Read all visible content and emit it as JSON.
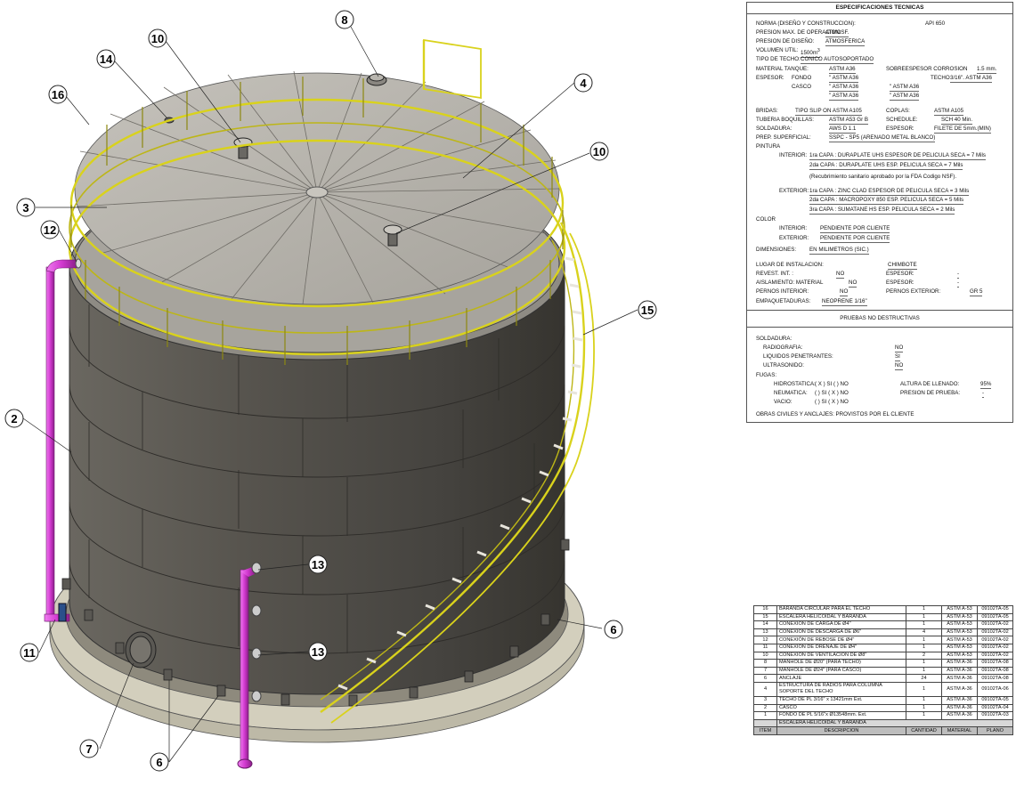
{
  "callouts": [
    {
      "num": "8"
    },
    {
      "num": "10"
    },
    {
      "num": "14"
    },
    {
      "num": "16"
    },
    {
      "num": "4"
    },
    {
      "num": "10"
    },
    {
      "num": "3"
    },
    {
      "num": "12"
    },
    {
      "num": "15"
    },
    {
      "num": "2"
    },
    {
      "num": "13"
    },
    {
      "num": "13"
    },
    {
      "num": "6"
    },
    {
      "num": "11"
    },
    {
      "num": "7"
    },
    {
      "num": "6"
    }
  ],
  "specs": {
    "title": "ESPECIFICACIONES TECNICAS",
    "norma_label": "NORMA  (DISEÑO Y CONSTRUCCION):",
    "norma": "API 650",
    "presion_max_label": "PRESION MAX. DE OPERACION:",
    "presion_max": "ATMOSF.",
    "presion_dis_label": "PRESION DE DISEÑO:",
    "presion_dis": "ATMOSFERICA",
    "volumen_label": "VOLUMEN UTIL:",
    "volumen": "1500m",
    "volumen_exp": "3",
    "techo_tipo_label": "TIPO DE TECHO:",
    "techo_tipo": "CONICO AUTOSOPORTADO",
    "material_label": "MATERIAL TANQUE:",
    "material": "ASTM A36",
    "sobreespesor_label": "SOBREESPESOR CORROSION",
    "sobreespesor": "1.5 mm.",
    "espesor_label": "ESPESOR:",
    "fondo_label": "FONDO",
    "fondo": "\" ASTM A36",
    "techo_label": "TECHO",
    "techo": "3/16\". ASTM A36",
    "casco_label": "CASCO",
    "casco1": "\" ASTM A36",
    "casco2": "\" ASTM A36",
    "casco3": "\" ASTM A36",
    "casco4": "\" ASTM A36",
    "bridas_label": "BRIDAS:",
    "bridas": "TIPO SLIP ON  ASTM A105",
    "coplas_label": "COPLAS:",
    "coplas": "ASTM  A105",
    "tuberia_label": "TUBERIA BOQUILLAS:",
    "tuberia": "ASTM A53  Gr B",
    "schedule_label": "SCHEDULE:",
    "schedule": "SCH 40 Min.",
    "soldadura_label": "SOLDADURA:",
    "soldadura": "AWS D 1.1",
    "esp_sold_label": "ESPESOR:",
    "esp_sold": "FILETE DE 5mm.(MIN)",
    "prep_label": "PREP. SUPERFICIAL:",
    "prep": "SSPC - SP5 (ARENADO METAL BLANCO)",
    "pintura_label": "PINTURA",
    "interior_label": "INTERIOR:",
    "int1": "1ra CAPA : DURAPLATE UHS ESPESOR DE PELICULA SECA = 7 Mils",
    "int2": "2da CAPA : DURAPLATE UHS ESP. PELICULA SECA = 7 Mils",
    "int3": "(Recubrimiento sanitario aprobado por la FDA Codigo NSF).",
    "exterior_label": "EXTERIOR:",
    "ext1": "1ra CAPA : ZINC CLAD ESPESOR DE PELICULA SECA = 3 Mils",
    "ext2": "2da CAPA : MACROPOXY 850 ESP. PELICULA SECA = 5 Mils",
    "ext3": "3ra CAPA : SUMATANE HS  ESP. PELICULA SECA = 2 Mils",
    "color_label": "COLOR",
    "color_int_label": "INTERIOR:",
    "color_int": "PENDIENTE POR CLIENTE",
    "color_ext_label": "EXTERIOR:",
    "color_ext": "PENDIENTE POR CLIENTE",
    "dim_label": "DIMENSIONES:",
    "dim": "EN MILIMETROS (SIC.)",
    "lugar_label": "LUGAR DE INSTALACION:",
    "lugar": "CHIMBOTE",
    "revest_label": "REVEST. INT. :",
    "revest": "NO",
    "esp2_label": "ESPESOR:",
    "esp2": "-",
    "aisl_label": "AISLAMIENTO:  MATERIAL",
    "aisl": "NO",
    "esp3_label": "ESPESOR:",
    "esp3": "-",
    "pernos_int_label": "PERNOS INTERIOR:",
    "pernos_int": "NO",
    "pernos_ext_label": "PERNOS EXTERIOR:",
    "pernos_ext": "GR 5",
    "empaq_label": "EMPAQUETADURAS:",
    "empaq": "NEOPRENE 1/16\"",
    "pruebas_title": "PRUEBAS NO DESTRUCTIVAS",
    "sold2_label": "SOLDADURA:",
    "radio_label": "RADIOGRAFIA:",
    "radio": "NO",
    "liq_label": "LIQUIDOS PENETRANTES:",
    "liq": "SI",
    "ultra_label": "ULTRASONIDO:",
    "ultra": "NO",
    "fugas_label": "FUGAS:",
    "hidro_label": "HIDROSTATICA:",
    "hidro": "( X ) SI    (   ) NO",
    "altura_label": "ALTURA DE LLENADO:",
    "altura": "95%",
    "neum_label": "NEUMATICA:",
    "neum": "(   ) SI    ( X ) NO",
    "presion_prueba_label": "PRESION DE PRUEBA:",
    "presion_prueba": "-",
    "vacio_label": "VACIO:",
    "vacio": "(   ) SI    ( X ) NO",
    "obras": "OBRAS CIVILES Y ANCLAJES:  PROVISTOS POR EL CLIENTE"
  },
  "parts": {
    "rows": [
      {
        "item": "16",
        "desc": "BARANDA CIRCULAR PARA EL TECHO",
        "qty": "1",
        "mat": "ASTM A-53",
        "plano": "09102TA-05"
      },
      {
        "item": "15",
        "desc": "ESCALERA HELICOIDAL Y BARANDA",
        "qty": "1",
        "mat": "ASTM A-53",
        "plano": "09102TA-05"
      },
      {
        "item": "14",
        "desc": "CONEXIÓN DE CARGA DE Ø4\"",
        "qty": "1",
        "mat": "ASTM A-53",
        "plano": "09102TA-02"
      },
      {
        "item": "13",
        "desc": "CONEXIÓN DE DESCARGA DE Ø6\"",
        "qty": "4",
        "mat": "ASTM A-53",
        "plano": "09102TA-02"
      },
      {
        "item": "12",
        "desc": "CONEXIÓN DE REBOSE DE Ø4\"",
        "qty": "1",
        "mat": "ASTM A-53",
        "plano": "09102TA-02"
      },
      {
        "item": "11",
        "desc": "CONEXIÓN DE DRENAJE DE Ø4\"",
        "qty": "1",
        "mat": "ASTM A-53",
        "plano": "09102TA-02"
      },
      {
        "item": "10",
        "desc": "CONEXIÓN DE VENTILACION DE Ø8\"",
        "qty": "2",
        "mat": "ASTM A-53",
        "plano": "09102TA-02"
      },
      {
        "item": "8",
        "desc": "MANHOLE DE Ø20\" (PARA TECHO)",
        "qty": "1",
        "mat": "ASTM A-36",
        "plano": "09102TA-08"
      },
      {
        "item": "7",
        "desc": "MANHOLE DE Ø24\" (PARA CASCO)",
        "qty": "1",
        "mat": "ASTM A-36",
        "plano": "09102TA-08"
      },
      {
        "item": "6",
        "desc": "ANCLAJE",
        "qty": "24",
        "mat": "ASTM A-36",
        "plano": "09102TA-08"
      },
      {
        "item": "4",
        "desc": "ESTRUCTURA DE RADIOS PARA COLUMNA SOPORTE DEL TECHO",
        "qty": "1",
        "mat": "ASTM A-36",
        "plano": "09102TA-06"
      },
      {
        "item": "3",
        "desc": "TECHO DE PL 3/16\" x 13421mm Ext.",
        "qty": "1",
        "mat": "ASTM A-36",
        "plano": "09102TA-05"
      },
      {
        "item": "2",
        "desc": "CASCO",
        "qty": "1",
        "mat": "ASTM A-36",
        "plano": "09102TA-04"
      },
      {
        "item": "1",
        "desc": "FONDO DE PL 5/16\"x Ø13548mm. Ext.",
        "qty": "1",
        "mat": "ASTM A-36",
        "plano": "09102TA-03"
      }
    ],
    "band": "ESCALERA HELICOIDAL Y BARANDA",
    "headers": {
      "item": "ITEM",
      "desc": "DESCRIPCION",
      "qty": "CANTIDAD",
      "mat": "MATERIAL",
      "plano": "PLANO"
    }
  },
  "colors": {
    "shell": "#4a4844",
    "roof": "#b5b2ab",
    "railing": "#d9d21c",
    "pipe": "#d23ad0",
    "concrete": "#cfcbb9"
  }
}
